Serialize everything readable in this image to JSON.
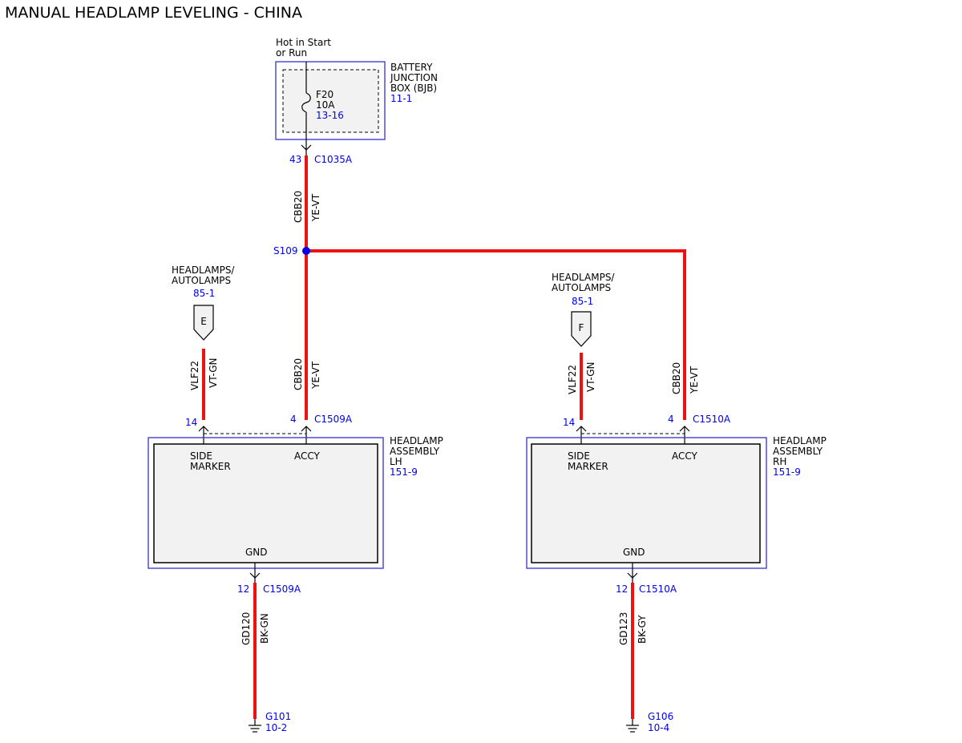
{
  "title": "MANUAL HEADLAMP LEVELING - CHINA",
  "power_source": {
    "line1": "Hot in Start",
    "line2": "or Run"
  },
  "bjb": {
    "name_line1": "BATTERY",
    "name_line2": "JUNCTION",
    "name_line3": "BOX (BJB)",
    "ref": "11-1",
    "fuse_name": "F20",
    "fuse_rating": "10A",
    "fuse_ref": "13-16",
    "pin": "43",
    "connector": "C1035A"
  },
  "wires": {
    "cbb20": {
      "circuit": "CBB20",
      "color": "YE-VT"
    },
    "vlf22": {
      "circuit": "VLF22",
      "color": "VT-GN"
    },
    "gd120": {
      "circuit": "GD120",
      "color": "BK-GN"
    },
    "gd123": {
      "circuit": "GD123",
      "color": "BK-GY"
    }
  },
  "splice": {
    "name": "S109"
  },
  "headlamps_lh_ref": {
    "line1": "HEADLAMPS/",
    "line2": "AUTOLAMPS",
    "ref": "85-1",
    "letter": "E"
  },
  "headlamps_rh_ref": {
    "line1": "HEADLAMPS/",
    "line2": "AUTOLAMPS",
    "ref": "85-1",
    "letter": "F"
  },
  "assembly_lh": {
    "name_line1": "HEADLAMP",
    "name_line2": "ASSEMBLY",
    "name_line3": "LH",
    "ref": "151-9",
    "side_marker_line1": "SIDE",
    "side_marker_line2": "MARKER",
    "accy": "ACCY",
    "gnd": "GND",
    "side_pin": "14",
    "accy_pin": "4",
    "connector": "C1509A",
    "gnd_pin": "12",
    "gnd_connector": "C1509A"
  },
  "assembly_rh": {
    "name_line1": "HEADLAMP",
    "name_line2": "ASSEMBLY",
    "name_line3": "RH",
    "ref": "151-9",
    "side_marker_line1": "SIDE",
    "side_marker_line2": "MARKER",
    "accy": "ACCY",
    "gnd": "GND",
    "side_pin": "14",
    "accy_pin": "4",
    "connector": "C1510A",
    "gnd_pin": "12",
    "gnd_connector": "C1510A"
  },
  "ground_lh": {
    "name": "G101",
    "ref": "10-2"
  },
  "ground_rh": {
    "name": "G106",
    "ref": "10-4"
  },
  "colors": {
    "wire": "#ee1111",
    "reference": "#0000ee",
    "frame": "#3333cc",
    "splice": "#0000ee"
  }
}
